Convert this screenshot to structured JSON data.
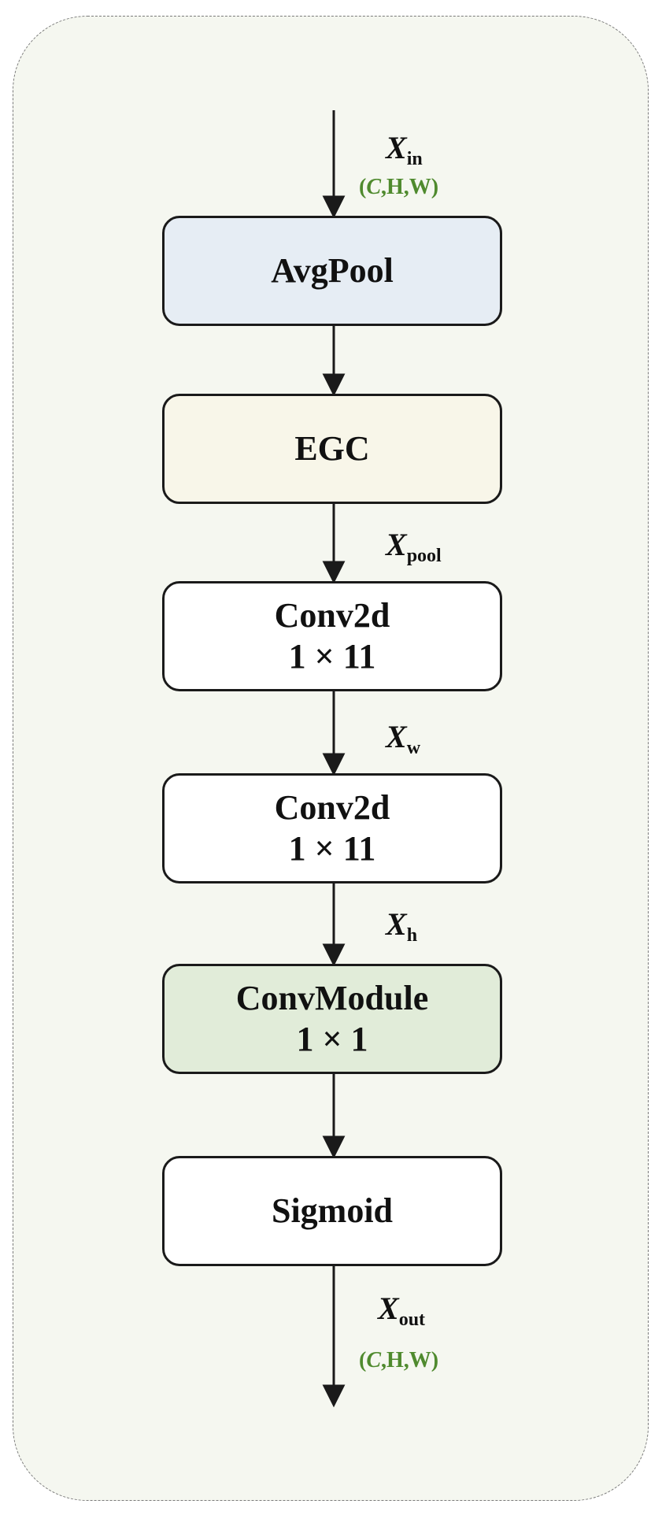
{
  "colors": {
    "panel_bg": "#f5f7f0",
    "avgpool_fill": "#e6edf4",
    "egc_fill": "#f8f6e9",
    "white_fill": "#ffffff",
    "convmodule_fill": "#e1ecd9",
    "dims_text": "#4f8a2e",
    "stroke": "#1a1a1a"
  },
  "inputs": {
    "x_in": {
      "symbol": "X",
      "subscript": "in"
    },
    "dims_in": {
      "open": "(",
      "c": "C",
      "rest": ",H,W)"
    }
  },
  "blocks": [
    {
      "id": "avgpool",
      "line1": "AvgPool",
      "line2": ""
    },
    {
      "id": "egc",
      "line1": "EGC",
      "line2": ""
    },
    {
      "id": "conv2d_a",
      "line1": "Conv2d",
      "line2": "1 × 11"
    },
    {
      "id": "conv2d_b",
      "line1": "Conv2d",
      "line2": "1 × 11"
    },
    {
      "id": "convmodule",
      "line1": "ConvModule",
      "line2": "1 × 1"
    },
    {
      "id": "sigmoid",
      "line1": "Sigmoid",
      "line2": ""
    }
  ],
  "edge_labels": {
    "x_pool": {
      "symbol": "X",
      "subscript": "pool"
    },
    "x_w": {
      "symbol": "X",
      "subscript": "w"
    },
    "x_h": {
      "symbol": "X",
      "subscript": "h"
    }
  },
  "outputs": {
    "x_out": {
      "symbol": "X",
      "subscript": "out"
    },
    "dims_out": {
      "open": "(",
      "c": "C",
      "rest": ",H,W)"
    }
  }
}
